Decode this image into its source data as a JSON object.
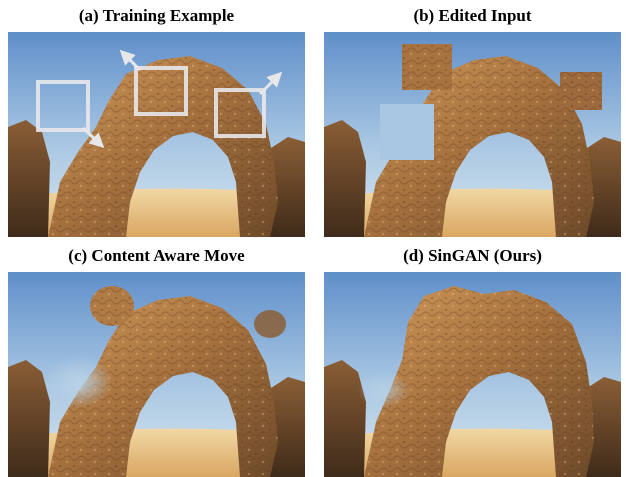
{
  "figure": {
    "panels": [
      {
        "id": "a",
        "caption": "(a) Training Example"
      },
      {
        "id": "b",
        "caption": "(b) Edited Input"
      },
      {
        "id": "c",
        "caption": "(c) Content Aware Move"
      },
      {
        "id": "d",
        "caption": "(d) SinGAN (Ours)"
      }
    ]
  },
  "colors": {
    "sky_top": "#5f8fca",
    "sky_bottom": "#cfe1ef",
    "sand": "#e9c27e",
    "rock_light": "#c98f52",
    "rock_mid": "#9c6a3c",
    "rock_dark": "#4f3722",
    "box_outline": "#e7e7ea"
  }
}
